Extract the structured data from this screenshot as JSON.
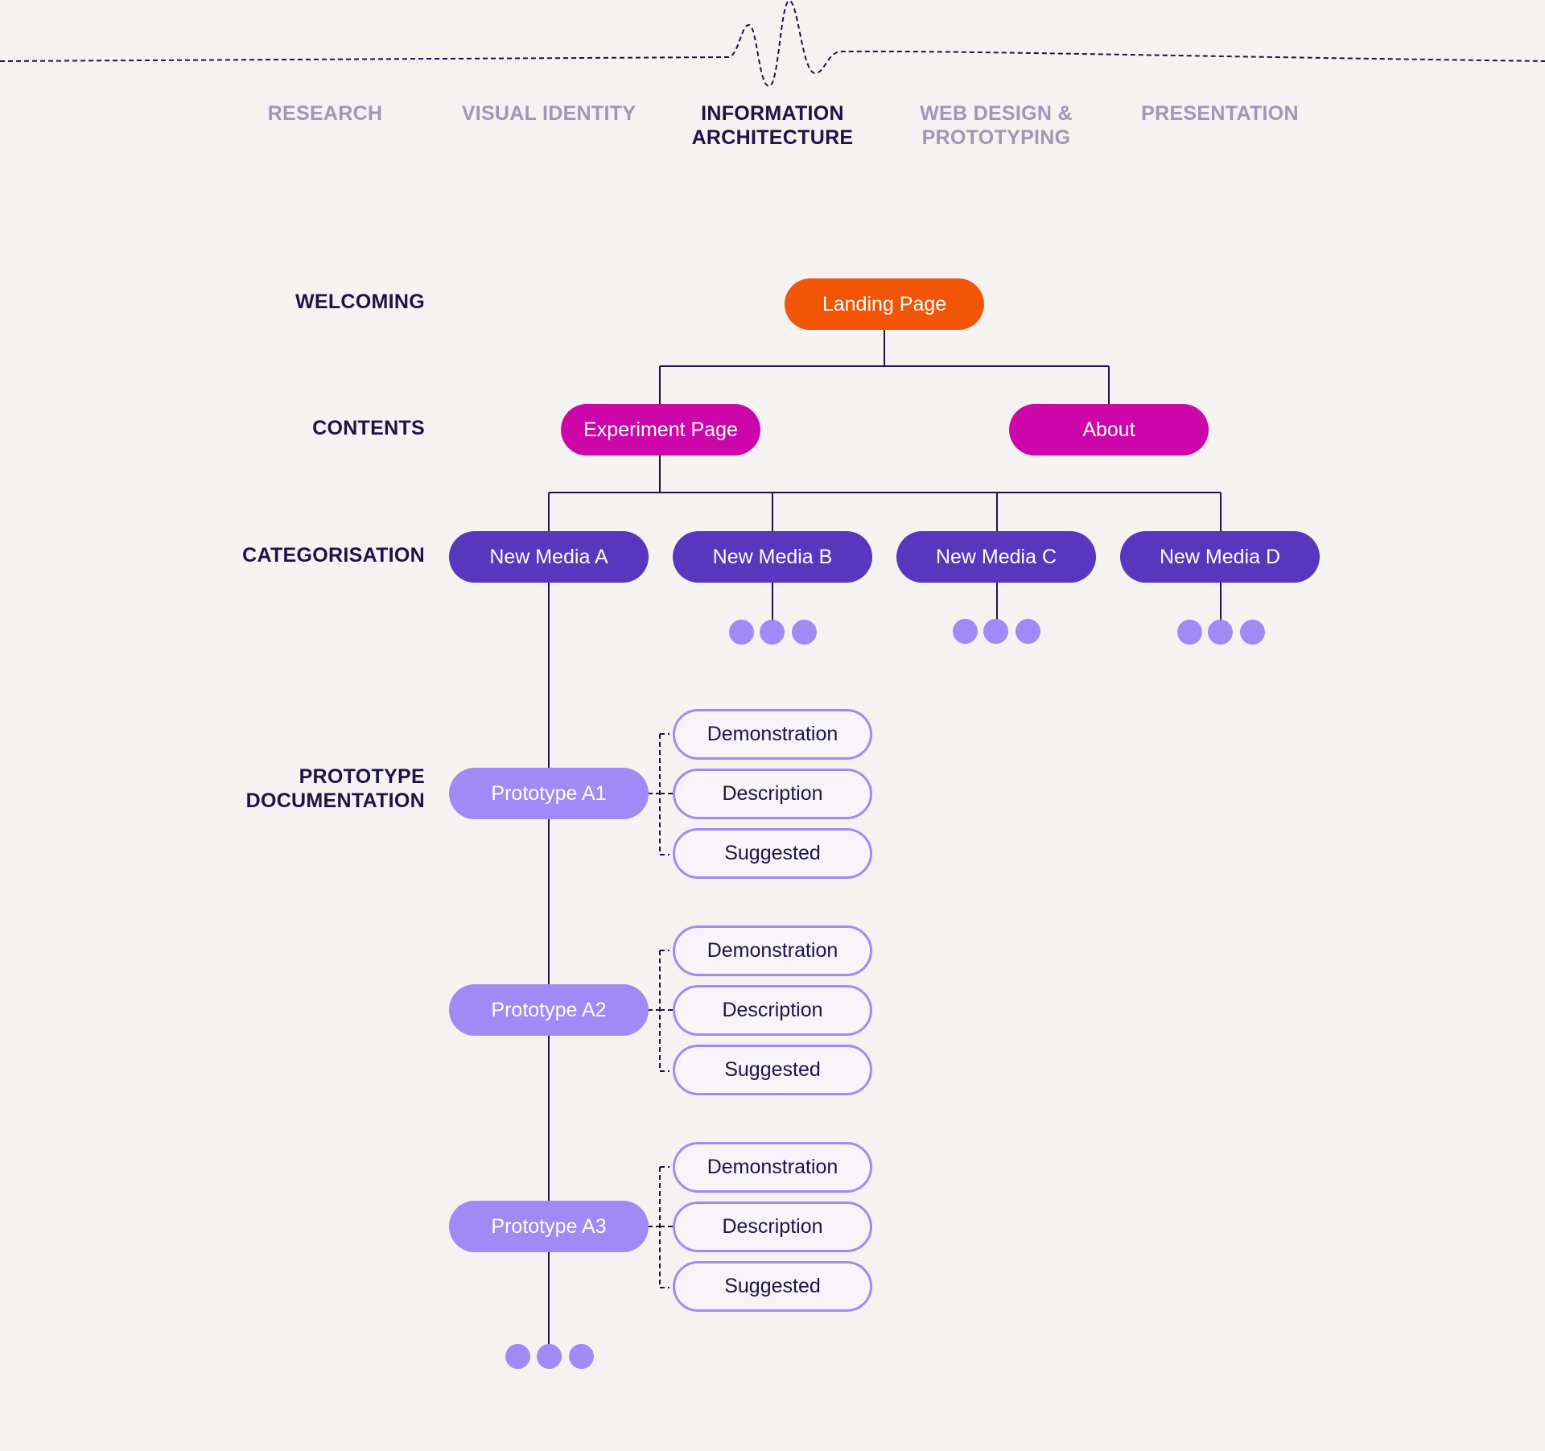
{
  "steps": [
    {
      "label": "RESEARCH",
      "active": false
    },
    {
      "label": "VISUAL IDENTITY",
      "active": false
    },
    {
      "label": "INFORMATION\nARCHITECTURE",
      "active": true
    },
    {
      "label": "WEB DESIGN &\nPROTOTYPING",
      "active": false
    },
    {
      "label": "PRESENTATION",
      "active": false
    }
  ],
  "levels": {
    "welcoming": "WELCOMING",
    "contents": "CONTENTS",
    "categorisation": "CATEGORISATION",
    "prototype_documentation": "PROTOTYPE\nDOCUMENTATION"
  },
  "nodes": {
    "landing": "Landing Page",
    "experiment": "Experiment Page",
    "about": "About",
    "categories": [
      "New Media A",
      "New Media B",
      "New Media C",
      "New Media D"
    ],
    "prototypes": [
      {
        "label": "Prototype A1",
        "children": [
          "Demonstration",
          "Description",
          "Suggested"
        ]
      },
      {
        "label": "Prototype A2",
        "children": [
          "Demonstration",
          "Description",
          "Suggested"
        ]
      },
      {
        "label": "Prototype A3",
        "children": [
          "Demonstration",
          "Description",
          "Suggested"
        ]
      }
    ]
  },
  "colors": {
    "background": "#f5f3f1",
    "text_dark": "#1d1347",
    "text_muted": "#9f97b5",
    "landing": "#f25506",
    "contents": "#cc06a8",
    "category": "#5637bd",
    "prototype": "#a08af5",
    "line": "#1d1347"
  }
}
